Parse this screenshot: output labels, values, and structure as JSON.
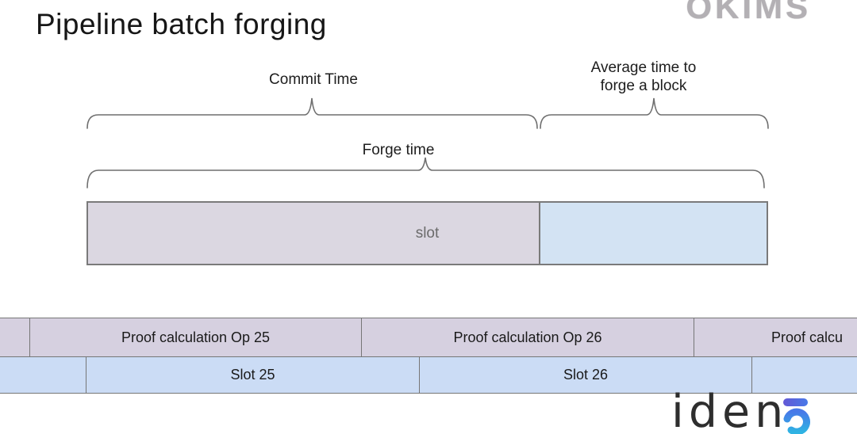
{
  "title": "Pipeline batch forging",
  "watermark": "OKIMS",
  "diagram": {
    "commit_time_label": "Commit Time",
    "avg_time_label_line1": "Average time to",
    "avg_time_label_line2": "forge a block",
    "forge_time_label": "Forge time",
    "slot_bar_label": "slot"
  },
  "pipeline_rows": {
    "proof_cells": [
      {
        "label": ""
      },
      {
        "label": "Proof calculation Op 25"
      },
      {
        "label": "Proof calculation Op 26"
      },
      {
        "label": "Proof calcu"
      }
    ],
    "slot_cells": [
      {
        "label": ""
      },
      {
        "label": "Slot 25"
      },
      {
        "label": "Slot 26"
      },
      {
        "label": ""
      }
    ]
  },
  "logo": {
    "wordmark": "iden"
  },
  "colors": {
    "slot_bar_left": "#dbd7e1",
    "slot_bar_right": "#d3e3f3",
    "proof_row": "#d6d0e0",
    "slot_row": "#cbdcf5",
    "cell_border": "#767676",
    "brace": "#6f6f6f",
    "watermark_gray": "#b3b0b4",
    "logo_gradient_start": "#6358d5",
    "logo_gradient_mid": "#4879e8",
    "logo_gradient_end": "#2fb3e3"
  }
}
